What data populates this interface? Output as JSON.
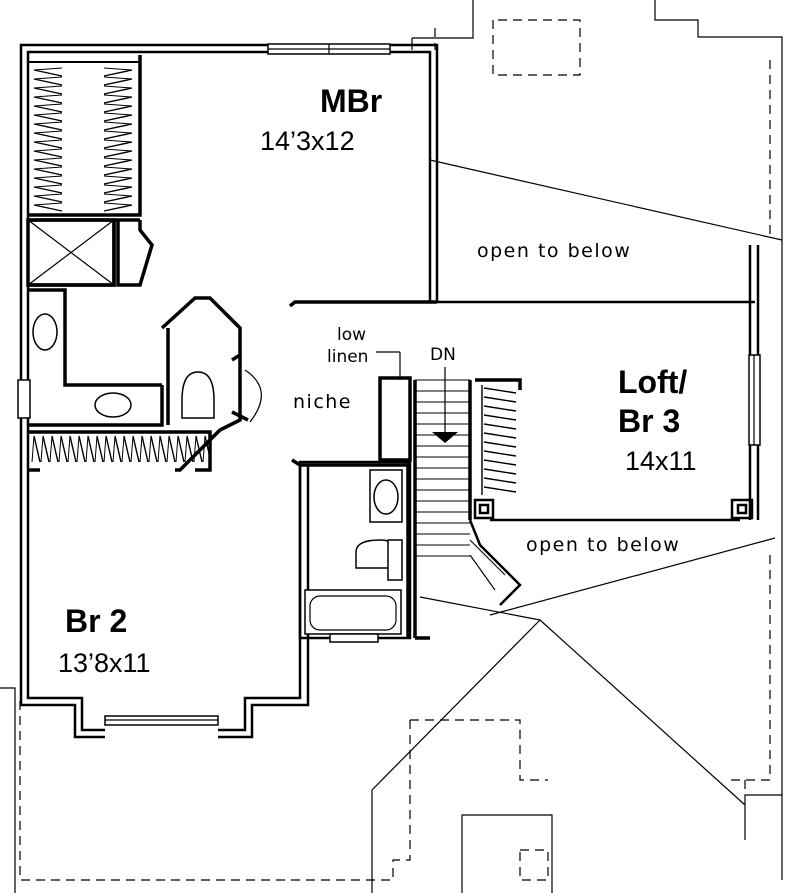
{
  "rooms": {
    "mbr": {
      "name": "MBr",
      "dims": "14’3x12"
    },
    "loft": {
      "name_line1": "Loft/",
      "name_line2": "Br 3",
      "dims": "14x11"
    },
    "br2": {
      "name": "Br 2",
      "dims": "13’8x11"
    }
  },
  "notes": {
    "open_upper": "open to below",
    "open_lower": "open to below",
    "low_linen_line1": "low",
    "low_linen_line2": "linen",
    "niche": "niche",
    "stair_dn": "DN"
  }
}
